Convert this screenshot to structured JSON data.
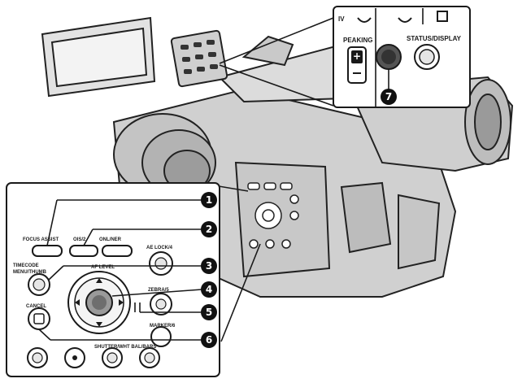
{
  "inset_top": {
    "label_peaking": "PEAKING",
    "label_status_display": "STATUS/DISPLAY",
    "label_iv": "IV",
    "badge_7": "7"
  },
  "inset_main": {
    "label_focus_assist": "FOCUS ASSIST",
    "label_oisz": "OIS/2",
    "label_onliner": "ONL/NER",
    "label_ae_lock": "AE LOCK/4",
    "label_menu_thumb_top": "TIMECODE",
    "label_menu_thumb": "MENU/THUMB",
    "label_af_level": "AF LEVEL",
    "label_cancel": "CANCEL",
    "label_zebra": "ZEBRA/5",
    "label_marker": "MARKER/6",
    "label_shutter_bars": "SHUTTER/WHT BAL/BARS"
  },
  "badges": [
    "1",
    "2",
    "3",
    "4",
    "5",
    "6"
  ],
  "colors": {
    "line": "#1a1a1a",
    "badge": "#111111",
    "camera_fill": "#d9d9d9"
  }
}
